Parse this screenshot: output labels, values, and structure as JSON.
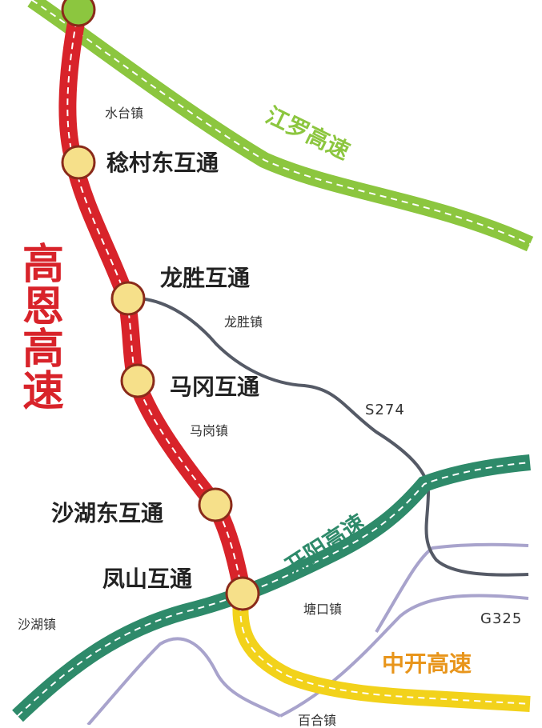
{
  "highways": {
    "gaoen": {
      "name": "高恩高速",
      "chars": [
        "高",
        "恩",
        "高",
        "速"
      ],
      "color": "#d8232a"
    },
    "jiangluo": {
      "name": "江罗高速",
      "color": "#8cc63f"
    },
    "kaiyang": {
      "name": "开阳高速",
      "color": "#2e8a6a"
    },
    "zhongkai": {
      "name": "中开高速",
      "color": "#f2d21b",
      "label_color": "#e8951b"
    }
  },
  "roads": {
    "s274": {
      "name": "S274",
      "color": "#555a66"
    },
    "g325": {
      "name": "G325",
      "color": "#a8a3cc"
    }
  },
  "interchanges": [
    {
      "name": "稔村东互通"
    },
    {
      "name": "龙胜互通"
    },
    {
      "name": "马冈互通"
    },
    {
      "name": "沙湖东互通"
    },
    {
      "name": "凤山互通"
    }
  ],
  "towns": [
    {
      "name": "水台镇"
    },
    {
      "name": "龙胜镇"
    },
    {
      "name": "马岗镇"
    },
    {
      "name": "塘口镇"
    },
    {
      "name": "沙湖镇"
    },
    {
      "name": "百合镇"
    }
  ],
  "node_color": "#f6e08a",
  "node_outline": "#8a2a1a"
}
